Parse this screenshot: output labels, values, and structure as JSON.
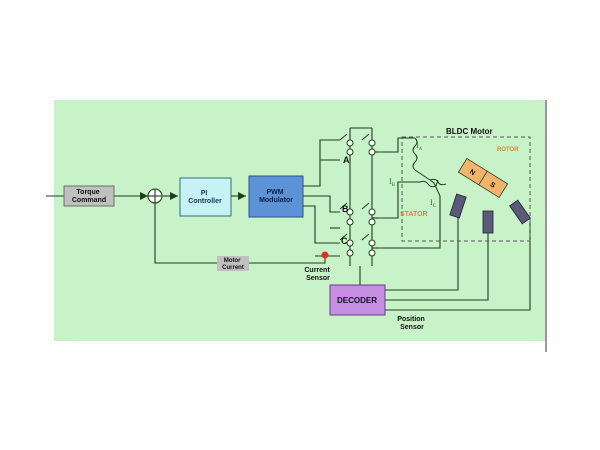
{
  "colors": {
    "panel_bg": "#c8f3c8",
    "wire": "#1f3d1f",
    "pi_fill": "#c6f2f4",
    "pwm_fill": "#5c92d6",
    "decoder_fill": "#c58ee0",
    "label_box": "#c0c0c0",
    "rotor_text": "#d9892e",
    "stator_text": "#d9892e",
    "current_color": "#2a6e2a",
    "sensor_dot": "#e0302a",
    "hall_sensor": "#5a5a78",
    "magnet": "#f2b36a"
  },
  "blocks": {
    "torque": "Torque\nCommand",
    "pi": "PI\nController",
    "pwm": "PWM\nModulator",
    "decoder": "DECODER"
  },
  "labels": {
    "motor_current": "Motor\nCurrent",
    "current_sensor": "Current\nSensor",
    "position_sensor": "Position\nSensor",
    "phase_a": "A",
    "phase_b": "B",
    "phase_c": "C",
    "motor_title": "BLDC Motor",
    "rotor": "ROTOR",
    "stator": "STATOR",
    "ia": "I",
    "ia_sub": "A",
    "ib": "I",
    "ib_sub": "B",
    "ic": "I",
    "ic_sub": "C",
    "magnet_n": "N",
    "magnet_s": "S"
  }
}
